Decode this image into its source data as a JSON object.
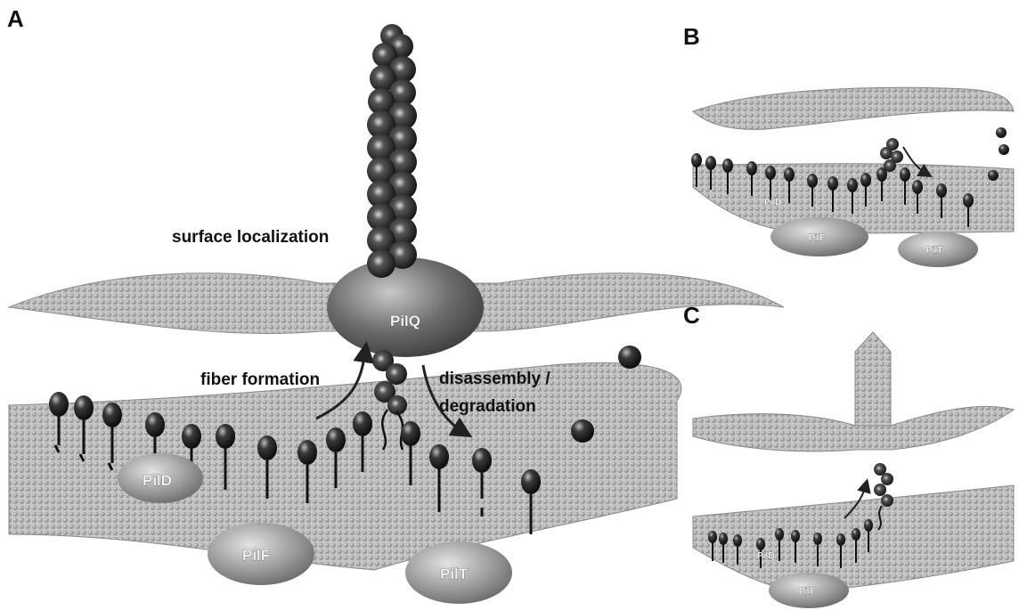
{
  "panels": {
    "a": {
      "letter": "A",
      "labels": {
        "surface": "surface localization",
        "fiber": "fiber formation",
        "disassembly_1": "disassembly /",
        "disassembly_2": "degradation",
        "secretin": "PilQ",
        "peptidase": "PilD",
        "platform": "PilF",
        "retraction": "PilT"
      }
    },
    "b": {
      "letter": "B",
      "labels": {
        "peptidase": "PilD",
        "platform": "PilF",
        "retraction": "PilT"
      }
    },
    "c": {
      "letter": "C",
      "labels": {
        "peptidase": "PilD",
        "platform": "PilF"
      }
    }
  },
  "colors": {
    "membrane": "#b8b8b8",
    "membrane_dark": "#8e8e8e",
    "pilin": "#2a2a2a",
    "secretin": "#6f6f6f",
    "protein_blob": "#9a9a9a"
  }
}
